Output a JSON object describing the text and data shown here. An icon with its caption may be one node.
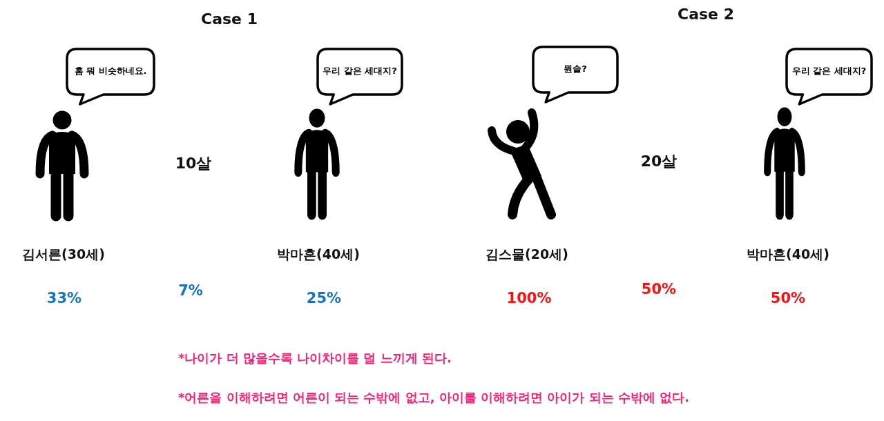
{
  "diagram": {
    "nodes": [
      {
        "text": [
          "흠 뭐 비슷하네요."
        ]
      },
      {
        "text": [
          "우리 같은 세대지?"
        ]
      },
      {
        "text": [
          "뭔솔?"
        ]
      },
      {
        "text": [
          "우리 같은 세대지?"
        ]
      }
    ],
    "labels": [
      "Case 1",
      "Case 2",
      "10살",
      "20살",
      "김서른(30세)",
      "박마흔(40세)",
      "김스물(20세)",
      "박마흔(40세)",
      "33%",
      "7%",
      "25%",
      "100%",
      "50%",
      "50%",
      "*나이가 더 많을수록 나이차이를 덜 느끼게 된다.",
      "*어른을 이해하려면 어른이 되는 수밖에 없고, 아이를 이해하려면 아이가 되는 수밖에 없다."
    ]
  }
}
